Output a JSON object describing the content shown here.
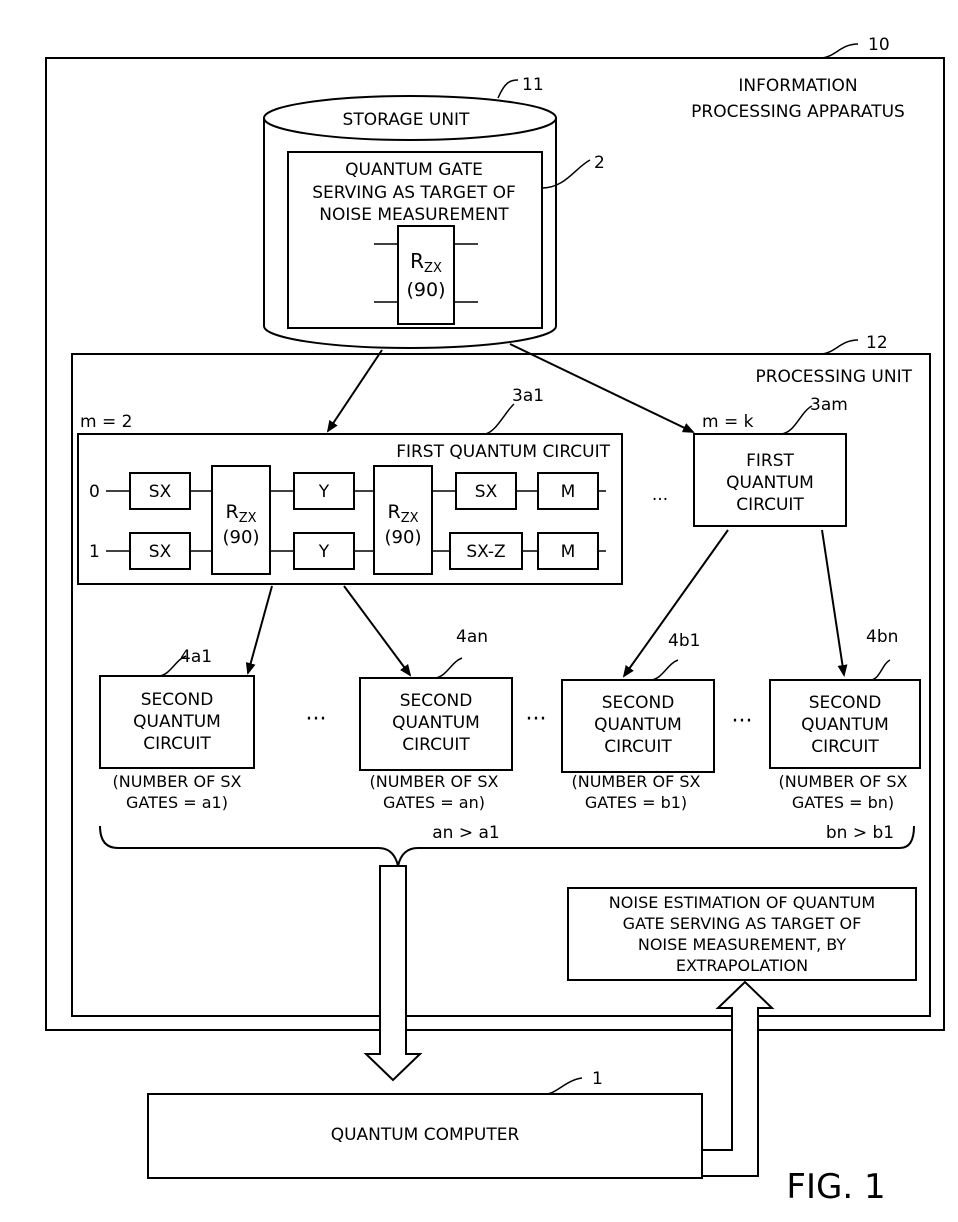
{
  "apparatus": {
    "ref": "10",
    "title_line1": "INFORMATION",
    "title_line2": "PROCESSING APPARATUS"
  },
  "storage": {
    "ref": "11",
    "title": "STORAGE UNIT",
    "target_gate": {
      "ref": "2",
      "line1": "QUANTUM GATE",
      "line2": "SERVING AS TARGET OF",
      "line3": "NOISE MEASUREMENT",
      "gate_main": "R",
      "gate_sub": "ZX",
      "gate_param": "(90)"
    }
  },
  "processing": {
    "ref": "12",
    "title": "PROCESSING UNIT",
    "first_circuit_a": {
      "ref": "3a1",
      "m_label": "m = 2",
      "title": "FIRST QUANTUM CIRCUIT",
      "qubit0": "0",
      "qubit1": "1",
      "g_sx": "SX",
      "g_r": "R",
      "g_r_sub": "ZX",
      "g_r_param": "(90)",
      "g_y": "Y",
      "g_sxz": "SX-Z",
      "g_m": "M"
    },
    "first_circuit_k": {
      "ref": "3am",
      "m_label": "m = k",
      "line1": "FIRST",
      "line2": "QUANTUM",
      "line3": "CIRCUIT"
    },
    "ellipsis": "···",
    "second_circuits": [
      {
        "ref": "4a1",
        "line1": "SECOND",
        "line2": "QUANTUM",
        "line3": "CIRCUIT",
        "note1": "(NUMBER OF SX",
        "note2": "GATES = a1)"
      },
      {
        "ref": "4an",
        "line1": "SECOND",
        "line2": "QUANTUM",
        "line3": "CIRCUIT",
        "note1": "(NUMBER OF SX",
        "note2": "GATES = an)"
      },
      {
        "ref": "4b1",
        "line1": "SECOND",
        "line2": "QUANTUM",
        "line3": "CIRCUIT",
        "note1": "(NUMBER OF SX",
        "note2": "GATES = b1)"
      },
      {
        "ref": "4bn",
        "line1": "SECOND",
        "line2": "QUANTUM",
        "line3": "CIRCUIT",
        "note1": "(NUMBER OF SX",
        "note2": "GATES = bn)"
      }
    ],
    "relation_a": "an > a1",
    "relation_b": "bn > b1",
    "noise_estimation": {
      "line1": "NOISE ESTIMATION OF QUANTUM",
      "line2": "GATE SERVING AS TARGET OF",
      "line3": "NOISE MEASUREMENT, BY",
      "line4": "EXTRAPOLATION"
    }
  },
  "quantum_computer": {
    "ref": "1",
    "label": "QUANTUM COMPUTER"
  },
  "figure_label": "FIG. 1"
}
